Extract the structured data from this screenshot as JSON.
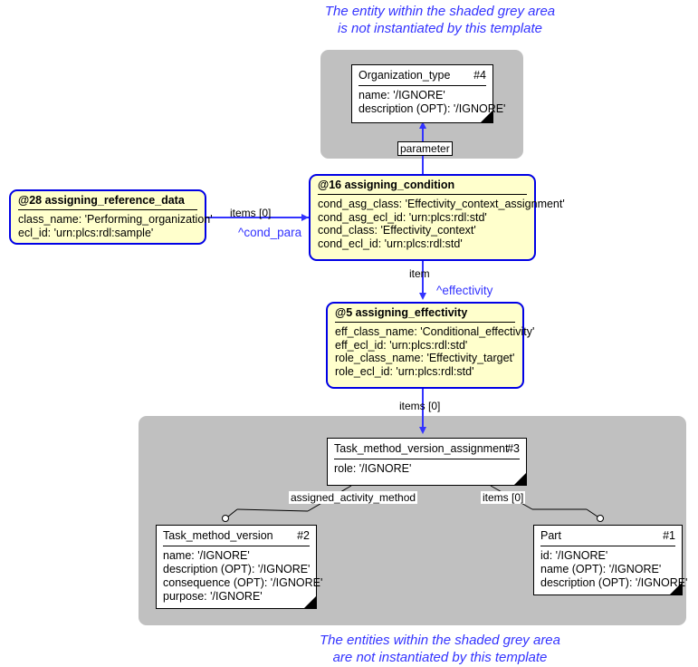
{
  "captions": {
    "top": "The entity within the shaded grey area\nis not instantiated by this template",
    "bottom": "The entities within the shaded grey area\nare not instantiated by this template"
  },
  "colors": {
    "caption_blue": "#3333ff",
    "connector_blue": "#3333ff",
    "template_border": "#0000e6",
    "template_fill": "#ffffcc",
    "entity_fill": "#ffffff",
    "entity_border": "#000000",
    "shaded_grey": "#c0c0c0",
    "page_background": "#ffffff"
  },
  "entities": {
    "organization_type": {
      "name": "Organization_type",
      "number": "#4",
      "attributes": [
        "name: '/IGNORE'",
        "description (OPT): '/IGNORE'"
      ]
    },
    "task_method_version_assignment": {
      "name": "Task_method_version_assignment",
      "number": "#3",
      "attributes": [
        "role: '/IGNORE'"
      ]
    },
    "task_method_version": {
      "name": "Task_method_version",
      "number": "#2",
      "attributes": [
        "name: '/IGNORE'",
        "description (OPT): '/IGNORE'",
        "consequence (OPT): '/IGNORE'",
        "purpose: '/IGNORE'"
      ]
    },
    "part": {
      "name": "Part",
      "number": "#1",
      "attributes": [
        "id: '/IGNORE'",
        "name (OPT): '/IGNORE'",
        "description (OPT): '/IGNORE'"
      ]
    }
  },
  "templates": {
    "assigning_reference_data": {
      "title": "@28 assigning_reference_data",
      "attributes": [
        "class_name: 'Performing_organization'",
        "ecl_id: 'urn:plcs:rdl:sample'"
      ]
    },
    "assigning_condition": {
      "title": "@16 assigning_condition",
      "attributes": [
        "cond_asg_class: 'Effectivity_context_assignment'",
        "cond_asg_ecl_id: 'urn:plcs:rdl:std'",
        "cond_class: 'Effectivity_context'",
        "cond_ecl_id: 'urn:plcs:rdl:std'"
      ]
    },
    "assigning_effectivity": {
      "title": "@5 assigning_effectivity",
      "attributes": [
        "eff_class_name: 'Conditional_effectivity'",
        "eff_ecl_id: 'urn:plcs:rdl:std'",
        "role_class_name: 'Effectivity_target'",
        "role_ecl_id: 'urn:plcs:rdl:std'"
      ]
    }
  },
  "edges": {
    "parameter": "parameter",
    "items_0_ref": "items [0]",
    "cond_para": "^cond_para",
    "item": "item",
    "effectivity": "^effectivity",
    "items_0_eff": "items [0]",
    "assigned_activity_method": "assigned_activity_method",
    "items_0_part": "items [0]"
  }
}
